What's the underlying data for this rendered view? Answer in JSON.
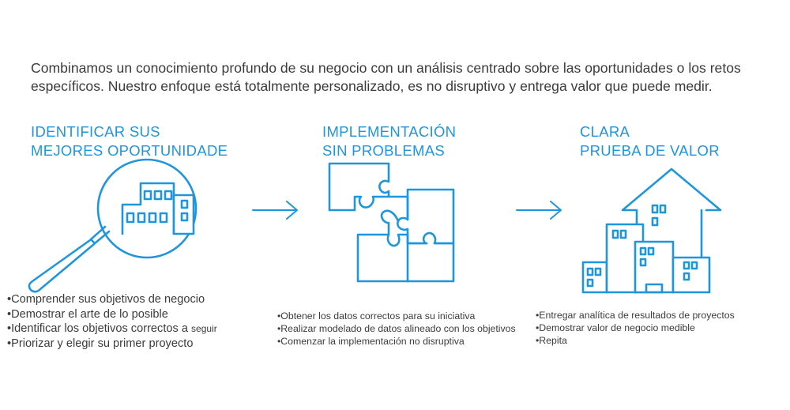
{
  "intro": "Combinamos un conocimiento profundo de su negocio con un análisis centrado sobre las oportunidades o los retos específicos. Nuestro enfoque está totalmente personalizado, es no disruptivo y entrega valor que puede medir.",
  "colors": {
    "accent": "#1f96dc",
    "text": "#3b3b3b"
  },
  "steps": [
    {
      "title_line1": "IDENTIFICAR SUS",
      "title_line2": "MEJORES OPORTUNIDADE",
      "icon": "magnifier-buildings-icon",
      "bullets": [
        "•Comprender sus objetivos de negocio",
        "•Demostrar el arte de lo posible",
        "•Identificar los objetivos correctos a",
        "•Priorizar y elegir su primer proyecto"
      ],
      "bullet3_suffix": "seguir"
    },
    {
      "title_line1": "IMPLEMENTACIÓN",
      "title_line2": "SIN PROBLEMAS",
      "icon": "puzzle-icon",
      "bullets": [
        "•Obtener los datos correctos para su iniciativa",
        "•Realizar modelado de datos alineado con los objetivos",
        "•Comenzar la implementación no disruptiva"
      ]
    },
    {
      "title_line1": "CLARA",
      "title_line2": "PRUEBA DE VALOR",
      "icon": "growth-buildings-icon",
      "bullets": [
        "•Entregar analítica de resultados de proyectos",
        "•Demostrar valor de negocio medible",
        "•Repita"
      ]
    }
  ],
  "arrows": [
    "arrow-right-icon",
    "arrow-right-icon"
  ]
}
